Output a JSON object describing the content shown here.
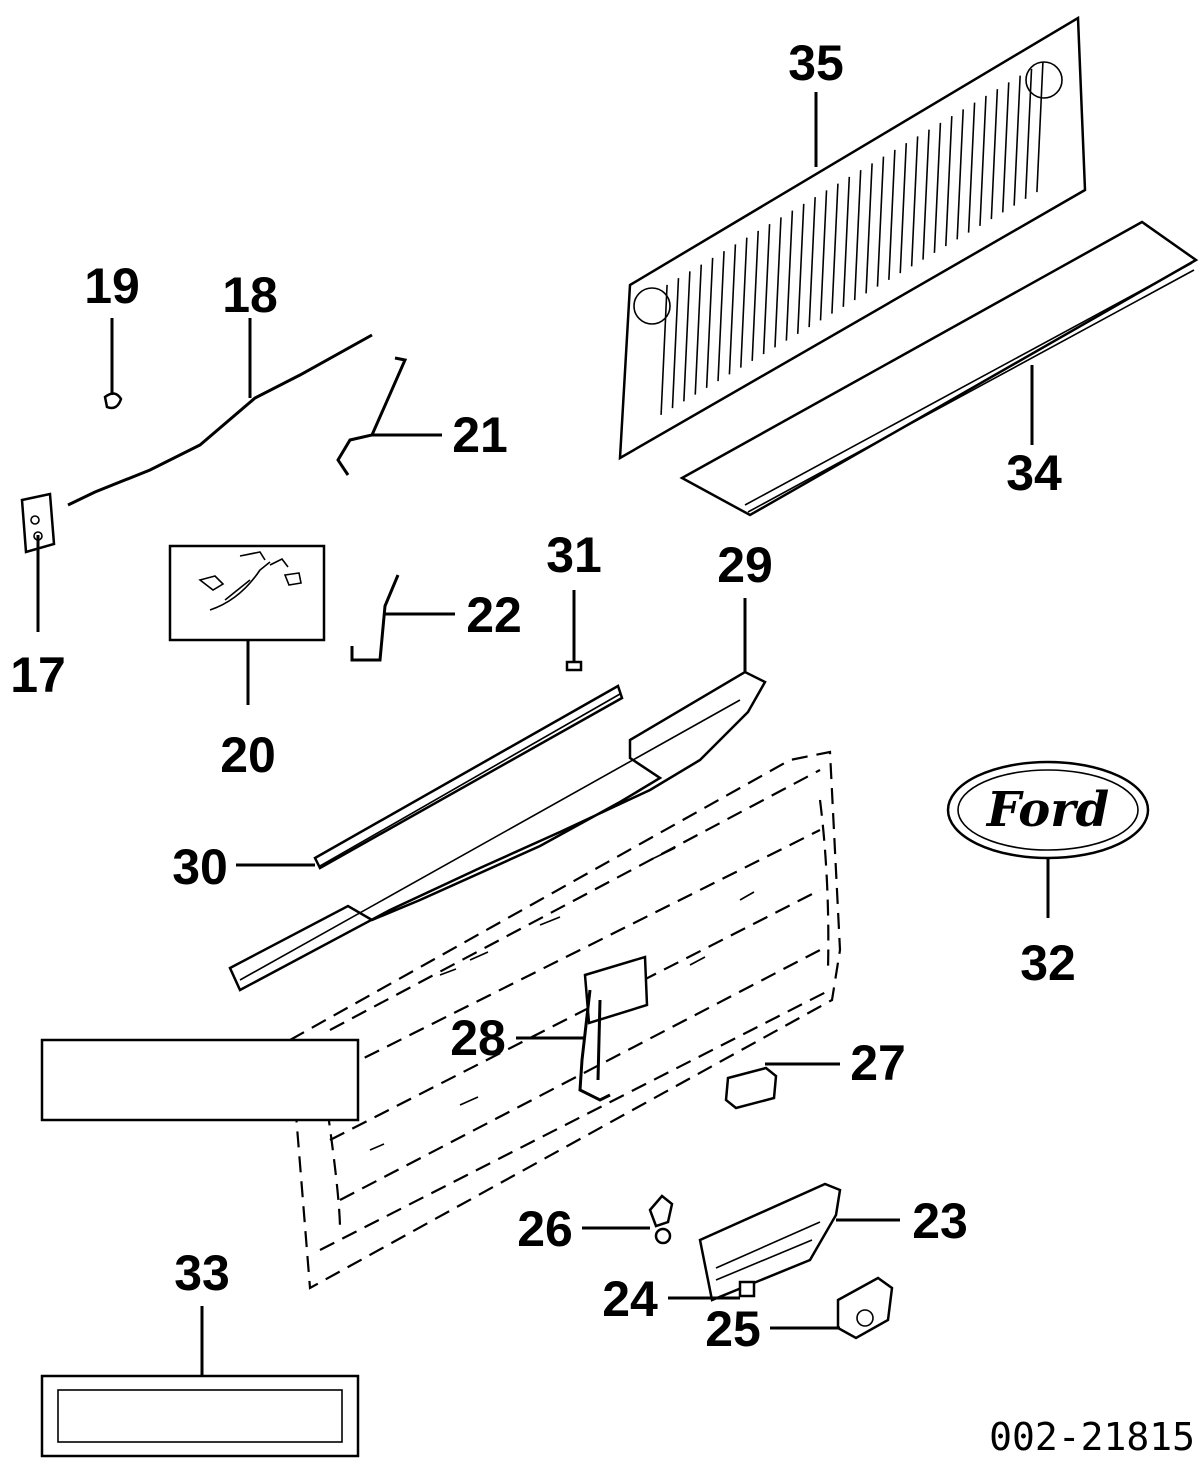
{
  "callouts": {
    "c17": "17",
    "c18": "18",
    "c19": "19",
    "c20": "20",
    "c21": "21",
    "c22": "22",
    "c23": "23",
    "c24": "24",
    "c25": "25",
    "c26": "26",
    "c27": "27",
    "c28": "28",
    "c29": "29",
    "c30": "30",
    "c31": "31",
    "c32": "32",
    "c33": "33",
    "c34": "34",
    "c35": "35"
  },
  "logo_text": "Ford",
  "document_number": "002-21815"
}
